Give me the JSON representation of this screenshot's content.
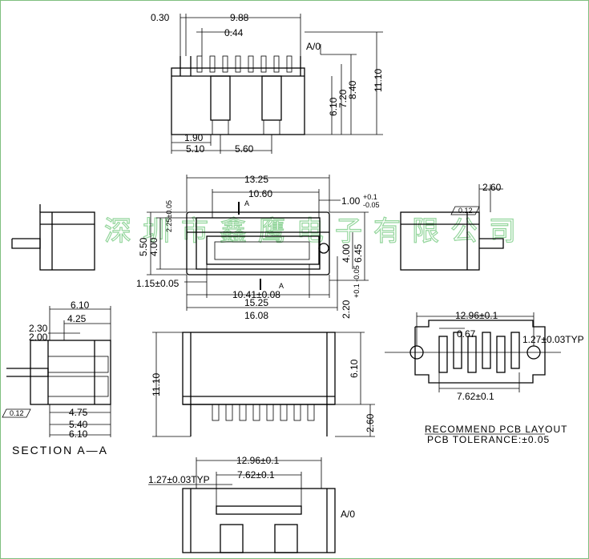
{
  "watermark": "深圳市鑫鹰电子有限公司",
  "top_view": {
    "d_030": "0.30",
    "d_988": "9.88",
    "d_044": "0.44",
    "a0": "A/0",
    "d_610": "6.10",
    "d_720": "7.20",
    "d_840": "8.40",
    "d_1110": "11.10",
    "d_190": "1.90",
    "d_510": "5.10",
    "d_560": "5.60"
  },
  "front_view": {
    "d_1325": "13.25",
    "d_1060": "10.60",
    "d_100": "1.00",
    "tol_100_plus": "+0.1",
    "tol_100_minus": "-0.05",
    "d_225": "2.25±0.05",
    "d_550": "5.50",
    "d_400_left": "4.00",
    "d_400_right": "4.00",
    "d_645": "6.45",
    "d_115": "1.15±0.05",
    "d_1041": "10.41±0.08",
    "d_1525": "15.25",
    "d_1608": "16.08",
    "d_220": "2.20",
    "tol_220": "+0.1 -0.05",
    "section_mark_top": "A",
    "section_mark_bottom": "A"
  },
  "side_view": {
    "d_260": "2.60",
    "roughness": "0.12"
  },
  "section_view": {
    "d_610_top": "6.10",
    "d_425": "4.25",
    "d_230": "2.30",
    "d_200": "2.00",
    "d_475": "4.75",
    "d_540": "5.40",
    "d_610_bottom": "6.10",
    "roughness": "0.12",
    "title": "SECTION    A—A"
  },
  "lower_view": {
    "d_1110": "11.10",
    "d_610": "6.10",
    "d_260": "2.60"
  },
  "pcb_layout": {
    "d_1296": "12.96±0.1",
    "d_067": "0.67",
    "d_127": "1.27±0.03TYP",
    "d_762": "7.62±0.1",
    "title": "RECOMMEND PCB LAYOUT",
    "tolerance": "PCB TOLERANCE:±0.05"
  },
  "bottom_view": {
    "d_1296": "12.96±0.1",
    "d_127": "1.27±0.03TYP",
    "d_762": "7.62±0.1",
    "a0": "A/0"
  }
}
